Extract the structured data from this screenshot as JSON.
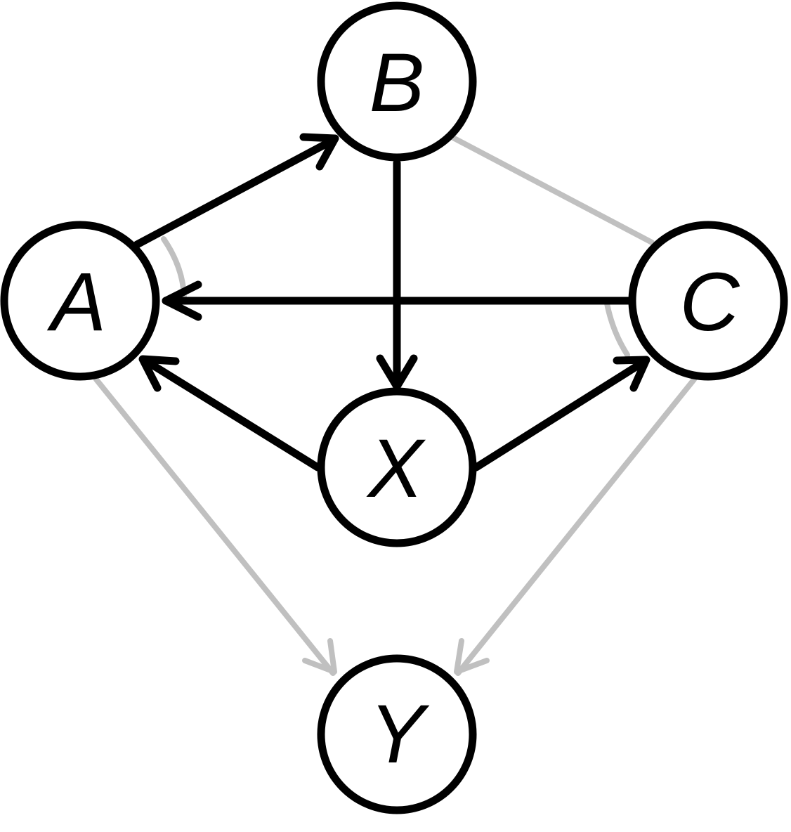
{
  "nodes": [
    {
      "id": "A",
      "label": "A"
    },
    {
      "id": "B",
      "label": "B"
    },
    {
      "id": "C",
      "label": "C"
    },
    {
      "id": "X",
      "label": "X"
    },
    {
      "id": "Y",
      "label": "Y"
    }
  ],
  "edges": [
    {
      "from": "A",
      "to": "B",
      "style": "directed",
      "color": "black"
    },
    {
      "from": "B",
      "to": "X",
      "style": "directed",
      "color": "black"
    },
    {
      "from": "C",
      "to": "A",
      "style": "directed",
      "color": "black"
    },
    {
      "from": "X",
      "to": "A",
      "style": "directed",
      "color": "black"
    },
    {
      "from": "X",
      "to": "C",
      "style": "directed",
      "color": "black"
    },
    {
      "from": "B",
      "to": "C",
      "style": "undirected",
      "color": "gray"
    },
    {
      "from": "A",
      "to": "Y",
      "style": "directed",
      "color": "gray"
    },
    {
      "from": "C",
      "to": "Y",
      "style": "directed",
      "color": "gray"
    }
  ],
  "arcs": [
    {
      "node": "A",
      "color": "gray"
    },
    {
      "node": "C",
      "color": "gray"
    }
  ],
  "colors": {
    "primary": "#000000",
    "secondary": "#c0c0c0",
    "background": "#ffffff"
  }
}
